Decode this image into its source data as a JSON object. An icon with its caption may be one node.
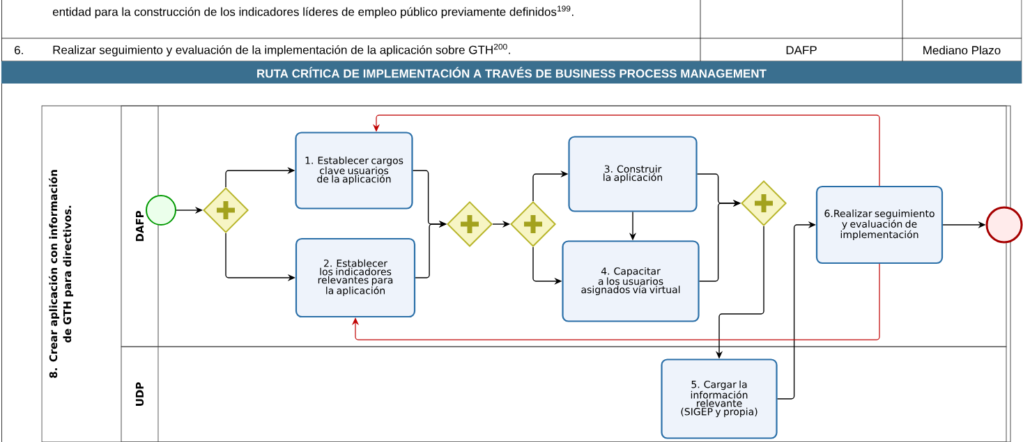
{
  "diagram": {
    "title": "RUTA CRÍTICA DE IMPLEMENTACIÓN A TRAVÉS DE BUSINESS PROCESS MANAGEMENT",
    "nodes": [
      {
        "text": [
          "8. Crear aplicación con información de GTH para directivos."
        ]
      },
      {
        "text": [
          "DAFP"
        ],
        "in": 0
      },
      {
        "text": [
          "UDP"
        ],
        "in": 0
      },
      {
        "text": [],
        "shape": "circle",
        "in": 1
      },
      {
        "text": [],
        "shape": "diamond",
        "in": 1
      },
      {
        "text": [
          "1. Establecer cargos clave usuarios de la aplicación"
        ],
        "in": 1
      },
      {
        "text": [
          "2. Establecer los indicadores relevantes para la aplicación"
        ],
        "in": 1
      },
      {
        "text": [],
        "shape": "diamond",
        "in": 1
      },
      {
        "text": [],
        "shape": "diamond",
        "in": 1
      },
      {
        "text": [
          "3. Construir la aplicación"
        ],
        "in": 1
      },
      {
        "text": [
          "4. Capacitar a los usuarios asignados vía virtual"
        ],
        "in": 1
      },
      {
        "text": [],
        "shape": "diamond",
        "in": 1
      },
      {
        "text": [
          "6.Realizar seguimiento y evaluación de implementación"
        ],
        "in": 1
      },
      {
        "text": [],
        "shape": "circle",
        "in": 1
      },
      {
        "text": [
          "5. Cargar la información relevante (SIGEP y propia)"
        ],
        "in": 2
      }
    ],
    "edges": [
      {
        "from": 3,
        "to": 4,
        "arrow": "to"
      },
      {
        "from": 4,
        "to": 5,
        "arrow": "to"
      },
      {
        "from": 4,
        "to": 6,
        "arrow": "to"
      },
      {
        "from": 5,
        "to": 7,
        "arrow": "to"
      },
      {
        "from": 6,
        "to": 7,
        "arrow": "to"
      },
      {
        "from": 7,
        "to": 8,
        "arrow": "to"
      },
      {
        "from": 8,
        "to": 9,
        "arrow": "to"
      },
      {
        "from": 8,
        "to": 10,
        "arrow": "to"
      },
      {
        "from": 9,
        "to": 10,
        "arrow": "to"
      },
      {
        "from": 9,
        "to": 11,
        "arrow": "to"
      },
      {
        "from": 10,
        "to": 11,
        "arrow": "to"
      },
      {
        "from": 11,
        "to": 14,
        "arrow": "to"
      },
      {
        "from": 14,
        "to": 12,
        "arrow": "to"
      },
      {
        "from": 12,
        "to": 13,
        "arrow": "to"
      },
      {
        "from": 12,
        "to": 5,
        "arrow": "to",
        "color": "#c00000"
      },
      {
        "from": 12,
        "to": 6,
        "arrow": "to",
        "color": "#c00000"
      }
    ],
    "labels": [
      "entidad para la construcción de los indicadores líderes de empleo público previamente definidos$^{199}$.",
      "6.",
      "Realizar seguimiento y evaluación de la implementación de la aplicación sobre GTH$^{200}$.",
      "DAFP",
      "Mediano Plazo"
    ]
  }
}
